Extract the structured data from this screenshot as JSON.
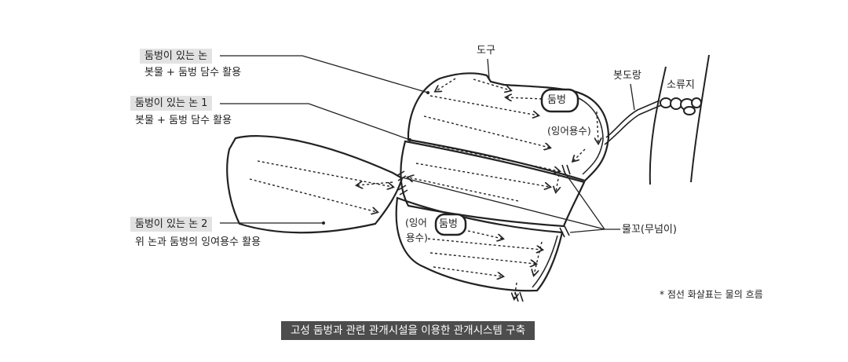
{
  "labels": {
    "paddy1": {
      "title": "둠벙이 있는 논",
      "note": "봇물 + 둠벙 담수 활용"
    },
    "paddy2": {
      "title": "둠벙이 있는 논 1",
      "note": "봇물 + 둠벙 담수 활용"
    },
    "paddy3": {
      "title": "둠벙이 있는 논 2",
      "note": "위 논과 둠벙의 잉여용수 활용"
    },
    "road": "도구",
    "weir_channel": "봇도랑",
    "reservoir": "소류지",
    "pond_top": "둠벙",
    "pond_bottom": "둠벙",
    "surplus_top": "(잉어용수)",
    "surplus_bottom_line1": "(잉어",
    "surplus_bottom_line2": "용수)",
    "outlet": "물꼬(무넘이)"
  },
  "footnote": "* 점선 화살표는 물의 흐름",
  "caption": "고성 둠벙과 관련 관개시설을 이용한 관개시스템 구축",
  "colors": {
    "line": "#222222",
    "tag_bg": "#e2e2e2",
    "caption_bg": "#4d4d4d",
    "caption_text": "#ffffff"
  }
}
